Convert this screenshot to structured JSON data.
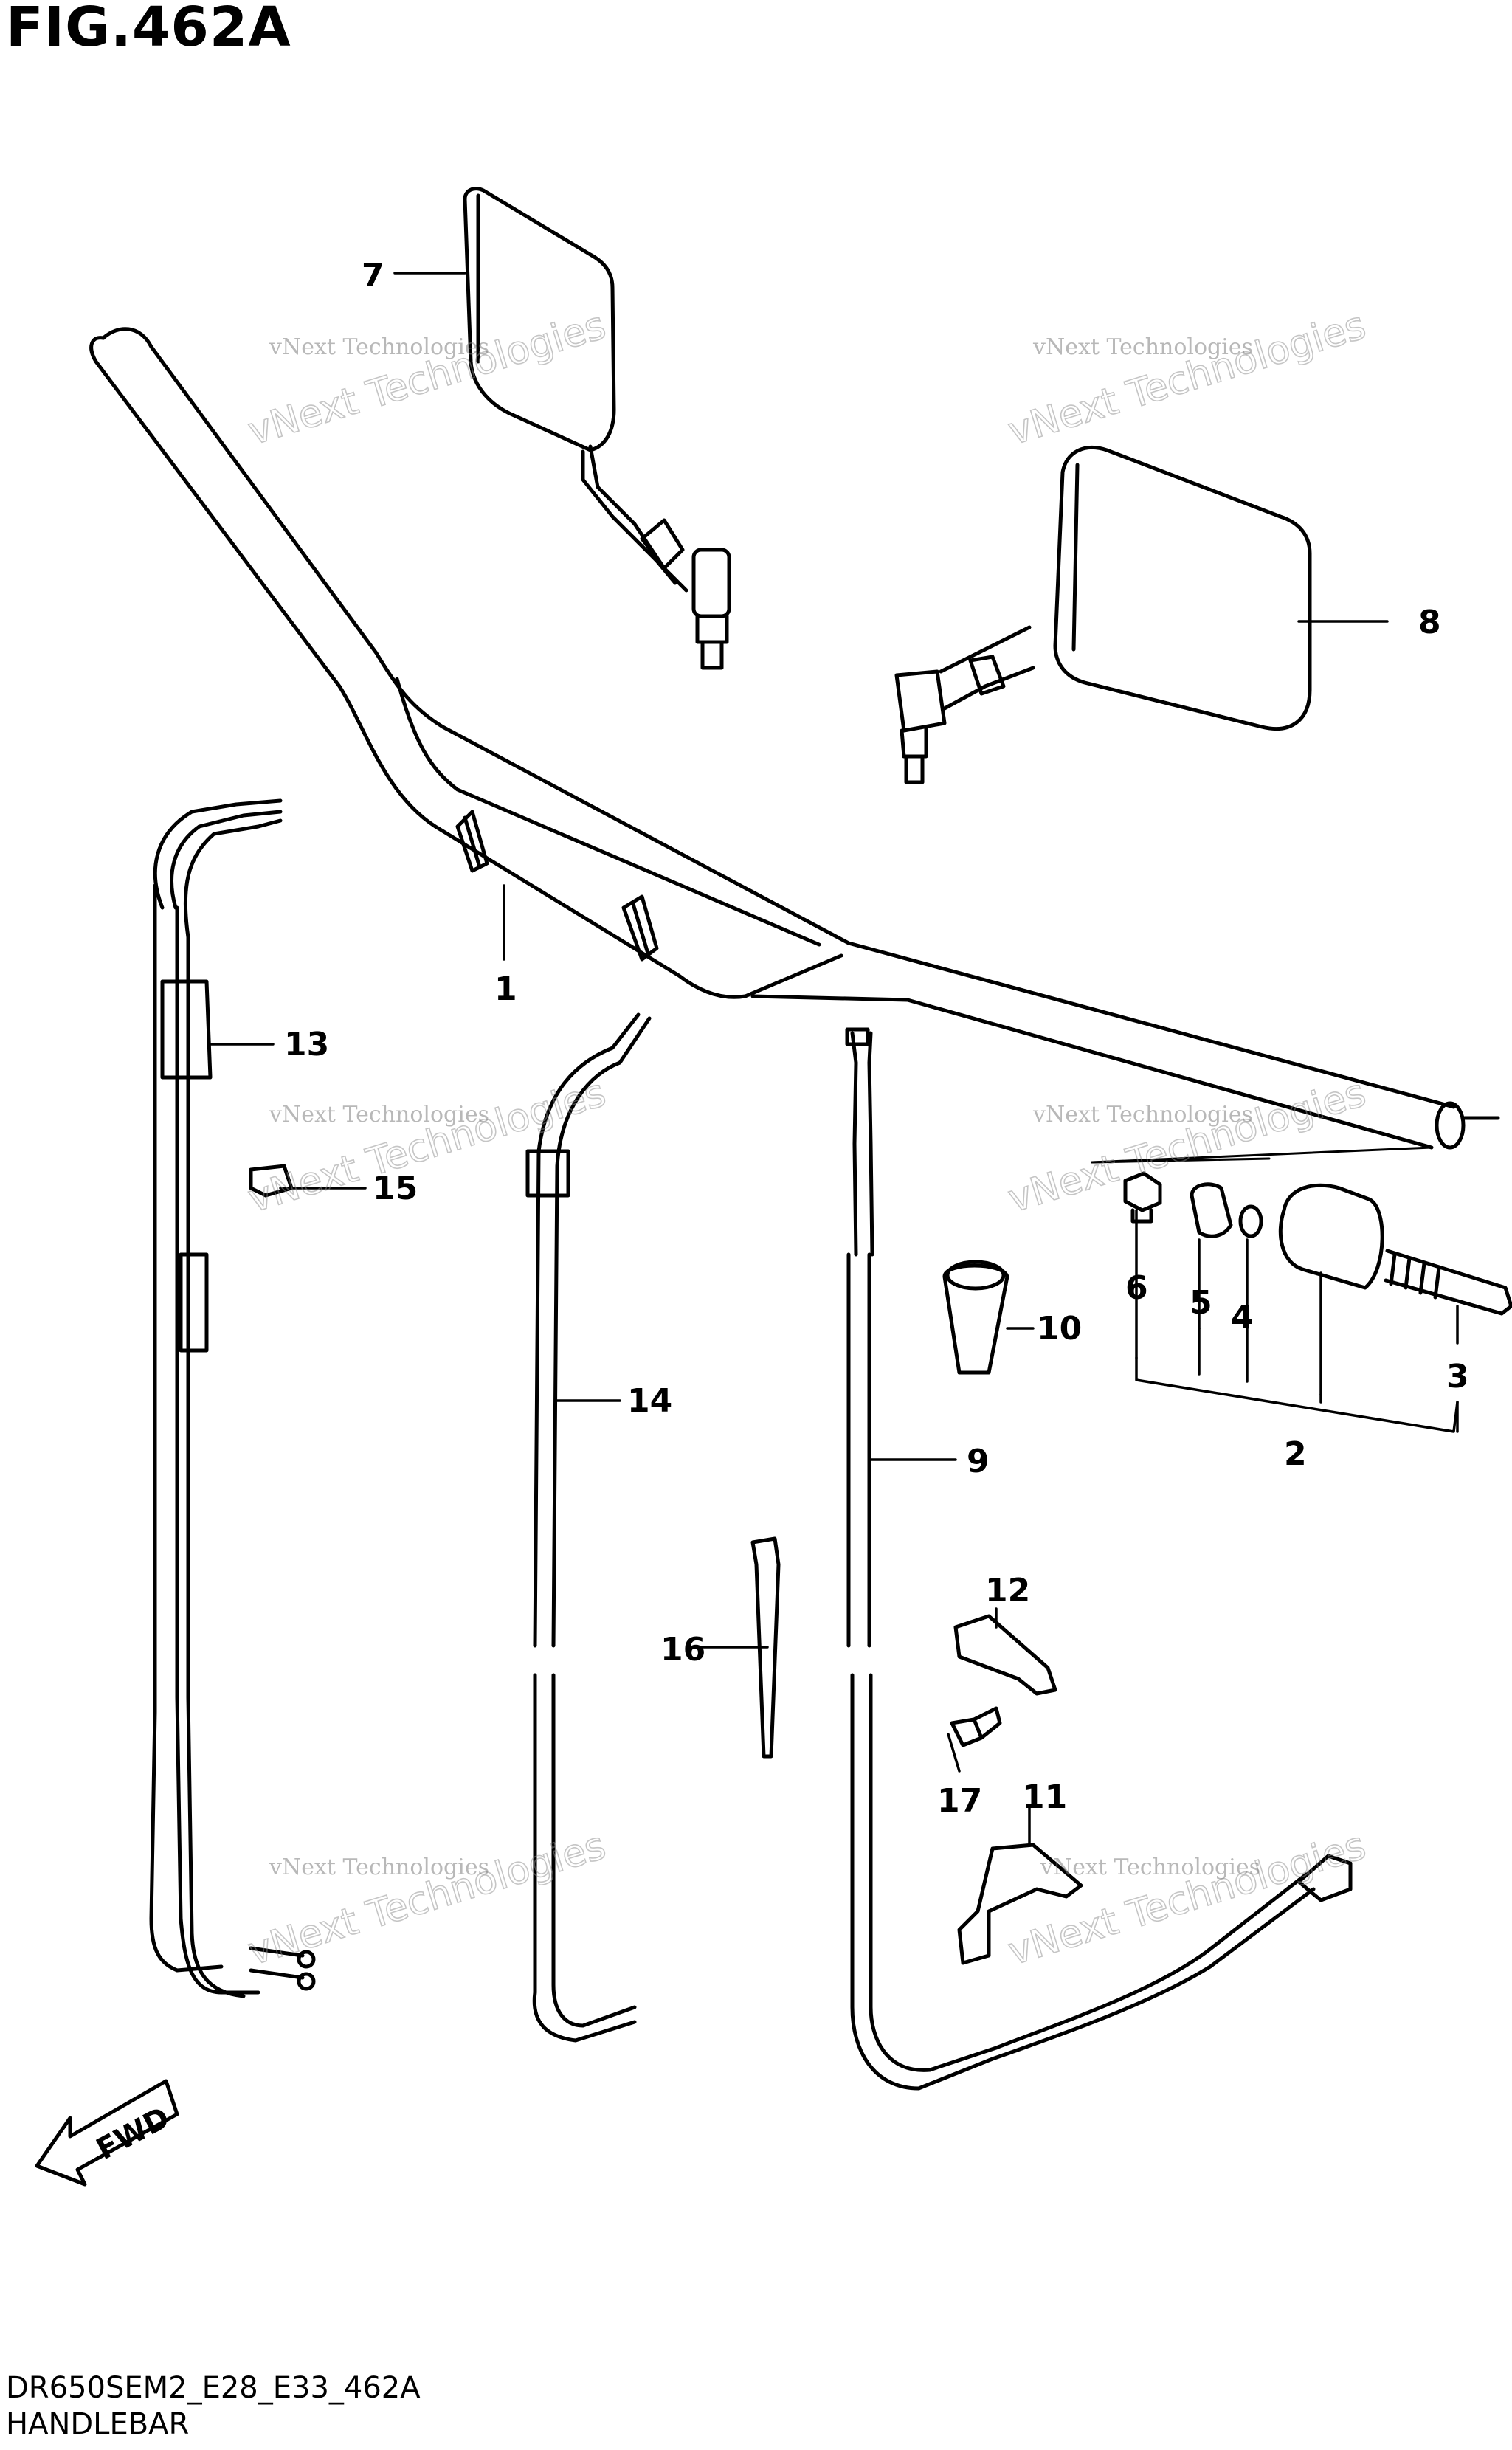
{
  "title": "FIG.462A",
  "footer": {
    "model_code": "DR650SEM2_E28_E33_462A",
    "section_name": "HANDLEBAR"
  },
  "watermark": {
    "small": "vNext Technologies",
    "large": "vNext Technologies"
  },
  "fwd_label": "FWD",
  "callouts": {
    "c1": "1",
    "c2": "2",
    "c3": "3",
    "c4": "4",
    "c5": "5",
    "c6": "6",
    "c7": "7",
    "c8": "8",
    "c9": "9",
    "c10": "10",
    "c11": "11",
    "c12": "12",
    "c13": "13",
    "c14": "14",
    "c15": "15",
    "c16": "16",
    "c17": "17"
  }
}
